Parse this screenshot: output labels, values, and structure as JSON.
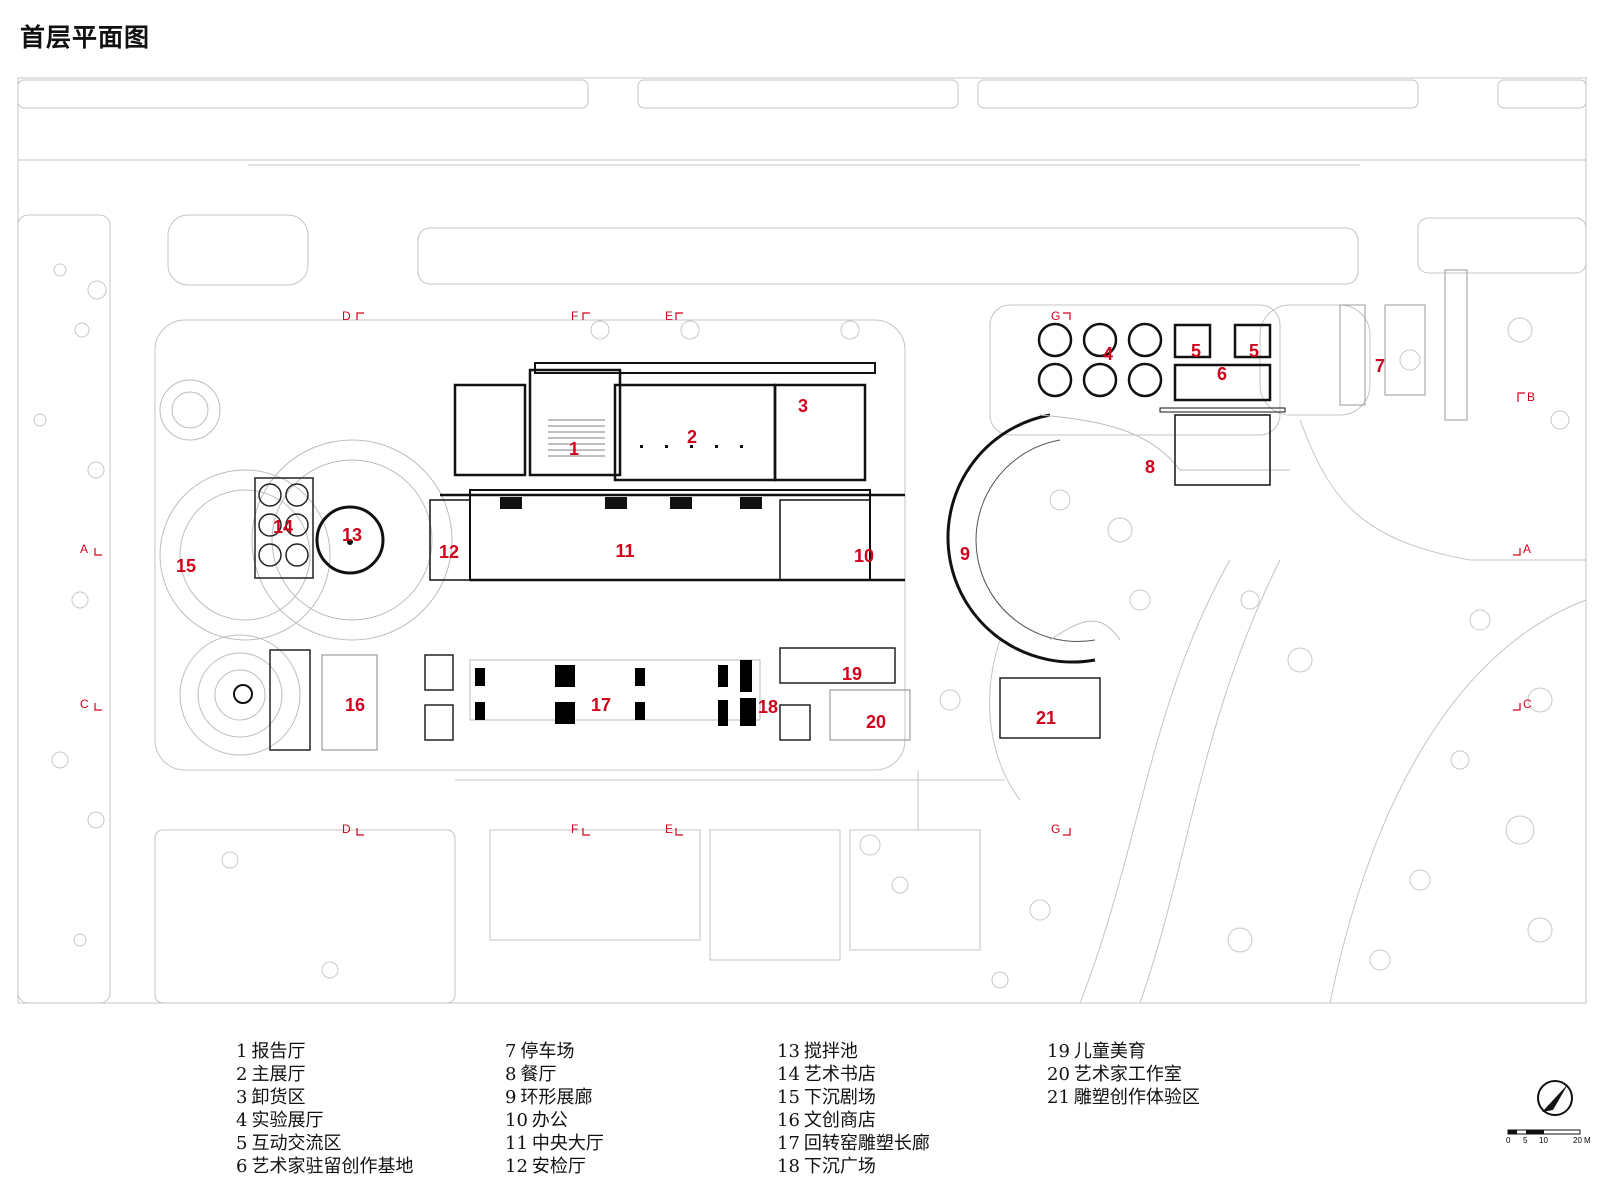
{
  "title": "首层平面图",
  "room_labels": [
    "1",
    "2",
    "3",
    "4",
    "5",
    "5",
    "6",
    "7",
    "8",
    "9",
    "10",
    "11",
    "12",
    "13",
    "14",
    "15",
    "16",
    "17",
    "18",
    "19",
    "20",
    "21"
  ],
  "section_markers": {
    "A": "A",
    "B": "B",
    "C": "C",
    "D": "D",
    "E": "E",
    "F": "F",
    "G": "G"
  },
  "legend": {
    "col1": [
      {
        "num": "1",
        "label": "报告厅"
      },
      {
        "num": "2",
        "label": "主展厅"
      },
      {
        "num": "3",
        "label": "卸货区"
      },
      {
        "num": "4",
        "label": "实验展厅"
      },
      {
        "num": "5",
        "label": "互动交流区"
      },
      {
        "num": "6",
        "label": "艺术家驻留创作基地"
      }
    ],
    "col2": [
      {
        "num": "7",
        "label": "停车场"
      },
      {
        "num": "8",
        "label": "餐厅"
      },
      {
        "num": "9",
        "label": "环形展廊"
      },
      {
        "num": "10",
        "label": "办公"
      },
      {
        "num": "11",
        "label": "中央大厅"
      },
      {
        "num": "12",
        "label": "安检厅"
      }
    ],
    "col3": [
      {
        "num": "13",
        "label": "搅拌池"
      },
      {
        "num": "14",
        "label": "艺术书店"
      },
      {
        "num": "15",
        "label": "下沉剧场"
      },
      {
        "num": "16",
        "label": "文创商店"
      },
      {
        "num": "17",
        "label": "回转窑雕塑长廊"
      },
      {
        "num": "18",
        "label": "下沉广场"
      }
    ],
    "col4": [
      {
        "num": "19",
        "label": "儿童美育"
      },
      {
        "num": "20",
        "label": "艺术家工作室"
      },
      {
        "num": "21",
        "label": "雕塑创作体验区"
      }
    ]
  },
  "scale_bar": {
    "ticks": [
      "0",
      "5",
      "10",
      "20"
    ],
    "unit": "M"
  },
  "colors": {
    "label_red": "#d0021b",
    "line": "#bdbdbd",
    "wall": "#111111"
  }
}
